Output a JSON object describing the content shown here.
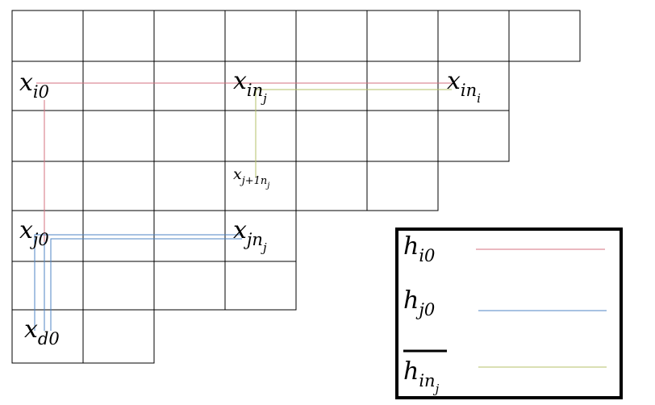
{
  "cell_labels": {
    "x_i0": {
      "base": "x",
      "sub": "i0"
    },
    "x_inj": {
      "base": "x",
      "sub": "in",
      "subsub": "j"
    },
    "x_ini": {
      "base": "x",
      "sub": "in",
      "subsub": "i"
    },
    "x_j1nj": {
      "base": "x",
      "sub": "j+1n",
      "subsub": "j"
    },
    "x_j0": {
      "base": "x",
      "sub": "j0"
    },
    "x_jnj": {
      "base": "x",
      "sub": "jn",
      "subsub": "j"
    },
    "x_d0": {
      "base": "x",
      "sub": "d0"
    }
  },
  "legend": {
    "items": [
      {
        "base": "h",
        "sub": "i0",
        "subsub": "",
        "color": "#d4707f"
      },
      {
        "base": "h",
        "sub": "j0",
        "subsub": "",
        "color": "#4f86c6"
      },
      {
        "base": "h",
        "sub": "in",
        "subsub": "j",
        "color": "#b5c06a",
        "overline": true
      }
    ]
  },
  "colors": {
    "red_path": "#d4707f",
    "blue_path": "#4f86c6",
    "green_path": "#b5c06a"
  }
}
